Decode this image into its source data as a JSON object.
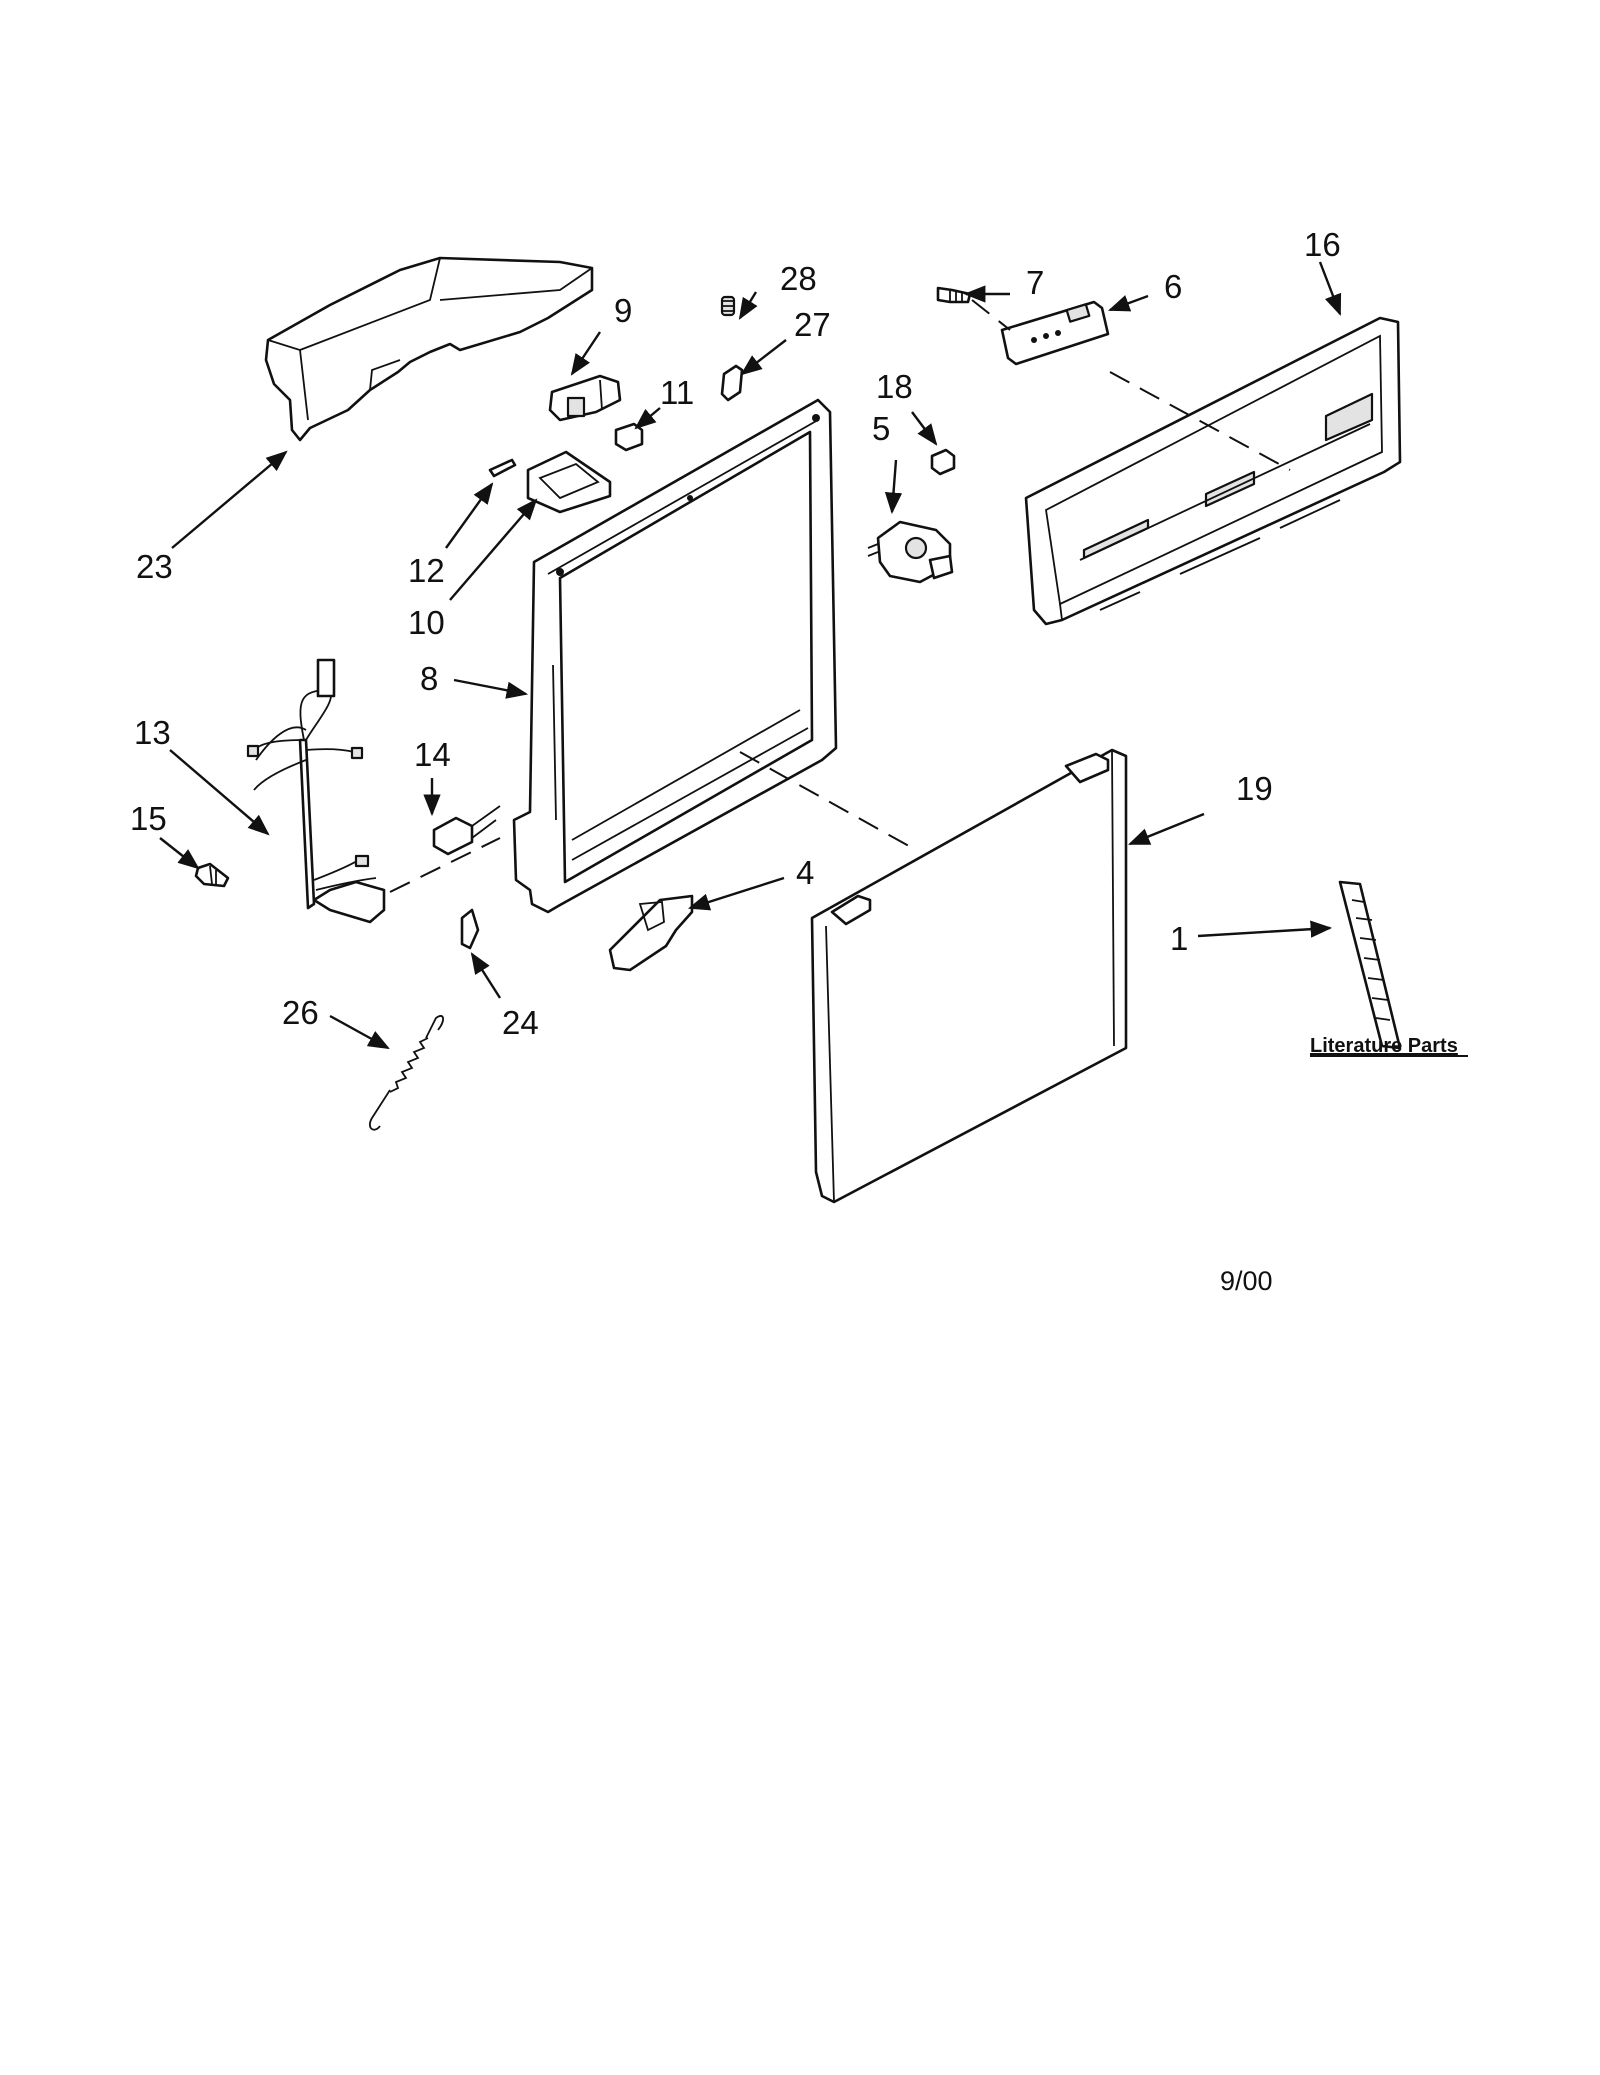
{
  "callouts": [
    {
      "id": "c1",
      "label": "1"
    },
    {
      "id": "c4",
      "label": "4"
    },
    {
      "id": "c5",
      "label": "5"
    },
    {
      "id": "c6",
      "label": "6"
    },
    {
      "id": "c7",
      "label": "7"
    },
    {
      "id": "c8",
      "label": "8"
    },
    {
      "id": "c9",
      "label": "9"
    },
    {
      "id": "c10",
      "label": "10"
    },
    {
      "id": "c11",
      "label": "11"
    },
    {
      "id": "c12",
      "label": "12"
    },
    {
      "id": "c13",
      "label": "13"
    },
    {
      "id": "c14",
      "label": "14"
    },
    {
      "id": "c15",
      "label": "15"
    },
    {
      "id": "c16",
      "label": "16"
    },
    {
      "id": "c18",
      "label": "18"
    },
    {
      "id": "c19",
      "label": "19"
    },
    {
      "id": "c23",
      "label": "23"
    },
    {
      "id": "c24",
      "label": "24"
    },
    {
      "id": "c26",
      "label": "26"
    },
    {
      "id": "c27",
      "label": "27"
    },
    {
      "id": "c28",
      "label": "28"
    }
  ],
  "literature_label": "Literature Parts",
  "date_code": "9/00"
}
